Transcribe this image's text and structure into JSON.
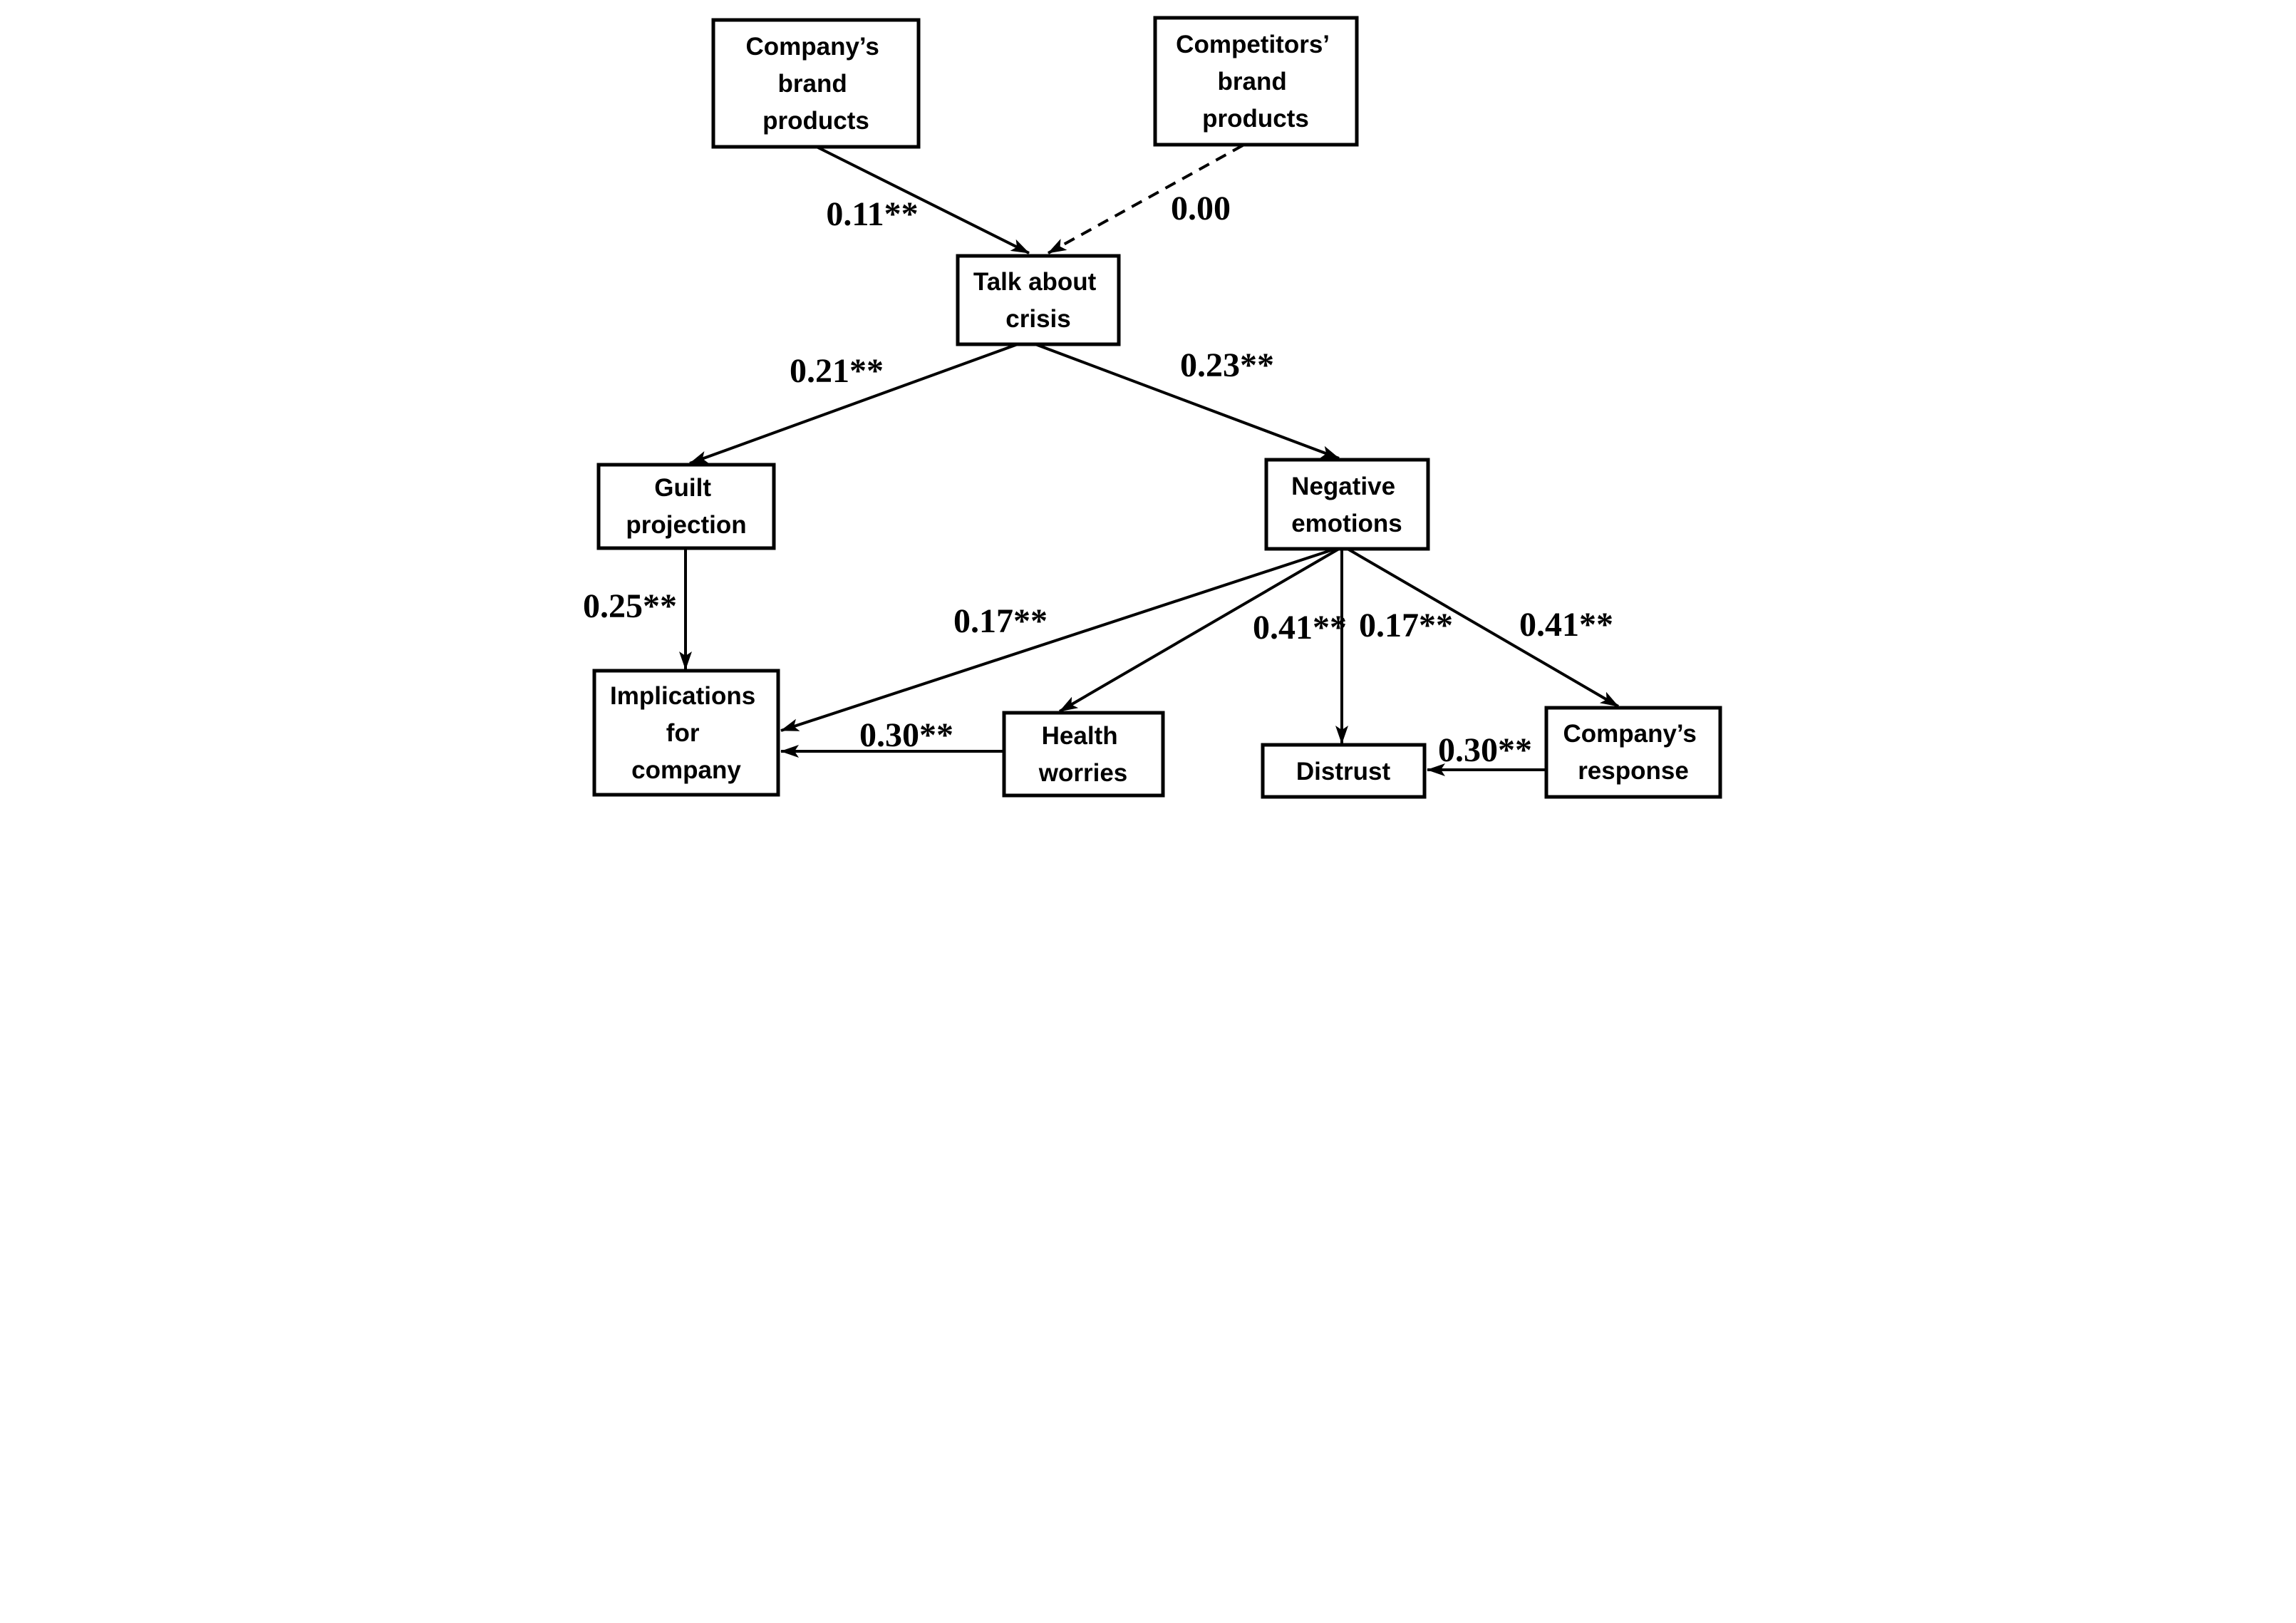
{
  "diagram": {
    "type": "path-model",
    "description": "Structural model of crisis communication effects",
    "background_color": "#ffffff",
    "ink_color": "#000000"
  },
  "nodes": {
    "company_brand": {
      "label": "Company’s brand products",
      "lines": [
        "Company’s",
        "brand",
        "products"
      ]
    },
    "competitors_brand": {
      "label": "Competitors’ brand products",
      "lines": [
        "Competitors’",
        "brand",
        "products"
      ]
    },
    "talk_about_crisis": {
      "label": "Talk about crisis",
      "lines": [
        "Talk about",
        "crisis"
      ]
    },
    "guilt_projection": {
      "label": "Guilt projection",
      "lines": [
        "Guilt",
        "projection"
      ]
    },
    "negative_emotions": {
      "label": "Negative emotions",
      "lines": [
        "Negative",
        "emotions"
      ]
    },
    "implications": {
      "label": "Implications for company",
      "lines": [
        "Implications",
        "for",
        "company"
      ]
    },
    "health_worries": {
      "label": "Health worries",
      "lines": [
        "Health",
        "worries"
      ]
    },
    "distrust": {
      "label": "Distrust",
      "lines": [
        "Distrust"
      ]
    },
    "company_response": {
      "label": "Company’s response",
      "lines": [
        "Company’s",
        "response"
      ]
    }
  },
  "edges": [
    {
      "from": "company_brand",
      "to": "talk_about_crisis",
      "coefficient": "0.11**",
      "style": "solid"
    },
    {
      "from": "competitors_brand",
      "to": "talk_about_crisis",
      "coefficient": "0.00",
      "style": "dashed"
    },
    {
      "from": "talk_about_crisis",
      "to": "guilt_projection",
      "coefficient": "0.21**",
      "style": "solid"
    },
    {
      "from": "talk_about_crisis",
      "to": "negative_emotions",
      "coefficient": "0.23**",
      "style": "solid"
    },
    {
      "from": "guilt_projection",
      "to": "implications",
      "coefficient": "0.25**",
      "style": "solid"
    },
    {
      "from": "negative_emotions",
      "to": "implications",
      "coefficient": "0.17**",
      "style": "solid"
    },
    {
      "from": "negative_emotions",
      "to": "health_worries",
      "coefficient": "0.41**",
      "style": "solid"
    },
    {
      "from": "negative_emotions",
      "to": "distrust",
      "coefficient": "0.17**",
      "style": "solid"
    },
    {
      "from": "negative_emotions",
      "to": "company_response",
      "coefficient": "0.41**",
      "style": "solid"
    },
    {
      "from": "health_worries",
      "to": "implications",
      "coefficient": "0.30**",
      "style": "solid"
    },
    {
      "from": "company_response",
      "to": "distrust",
      "coefficient": "0.30**",
      "style": "solid"
    }
  ]
}
